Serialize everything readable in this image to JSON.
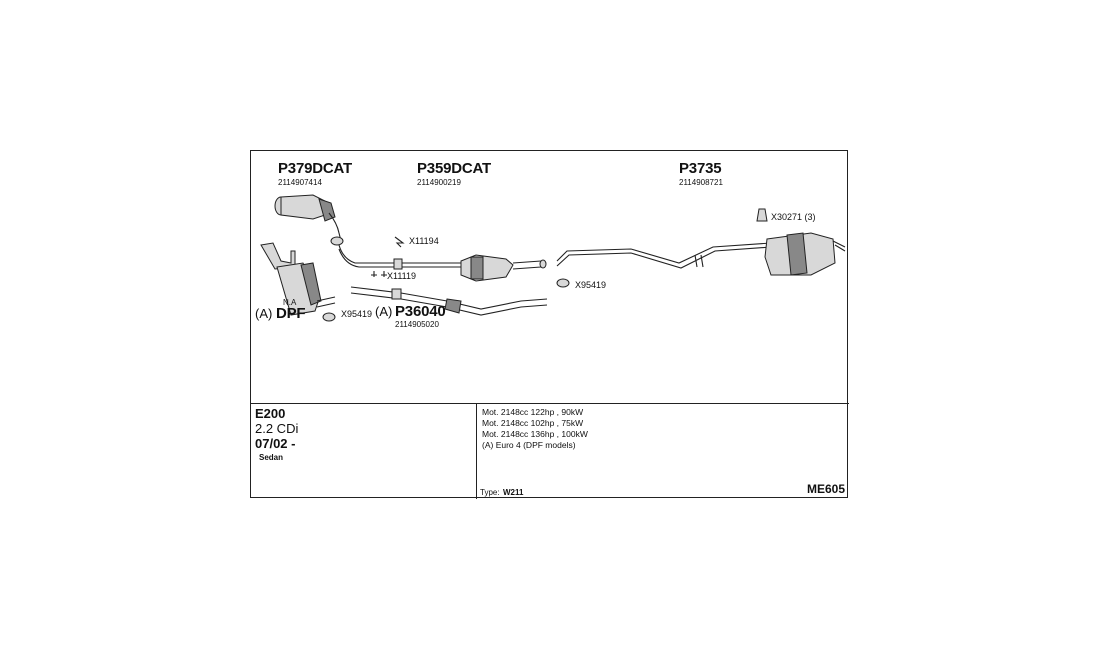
{
  "parts": {
    "p379": {
      "number": "P379DCAT",
      "oem": "2114907414"
    },
    "p359": {
      "number": "P359DCAT",
      "oem": "2114900219"
    },
    "p3735": {
      "number": "P3735",
      "oem": "2114908721"
    },
    "p36040": {
      "prefix": "(A)",
      "number": "P36040",
      "oem": "2114905020"
    },
    "dpf": {
      "prefix": "(A)",
      "number": "DPF",
      "note": "N.A"
    }
  },
  "accessories": {
    "x11194": "X11194",
    "x11119": "X11119",
    "x95419_left": "X95419",
    "x95419_right": "X95419",
    "x30271": "X30271 (3)"
  },
  "vehicle": {
    "model": "E200",
    "engine": "2.2 CDi",
    "date": "07/02 -",
    "body": "Sedan"
  },
  "specs": [
    "Mot. 2148cc 122hp , 90kW",
    "Mot. 2148cc 102hp , 75kW",
    "Mot. 2148cc 136hp , 100kW",
    "(A) Euro 4 (DPF models)"
  ],
  "type": {
    "label": "Type:",
    "value": "W211"
  },
  "code": "ME605"
}
